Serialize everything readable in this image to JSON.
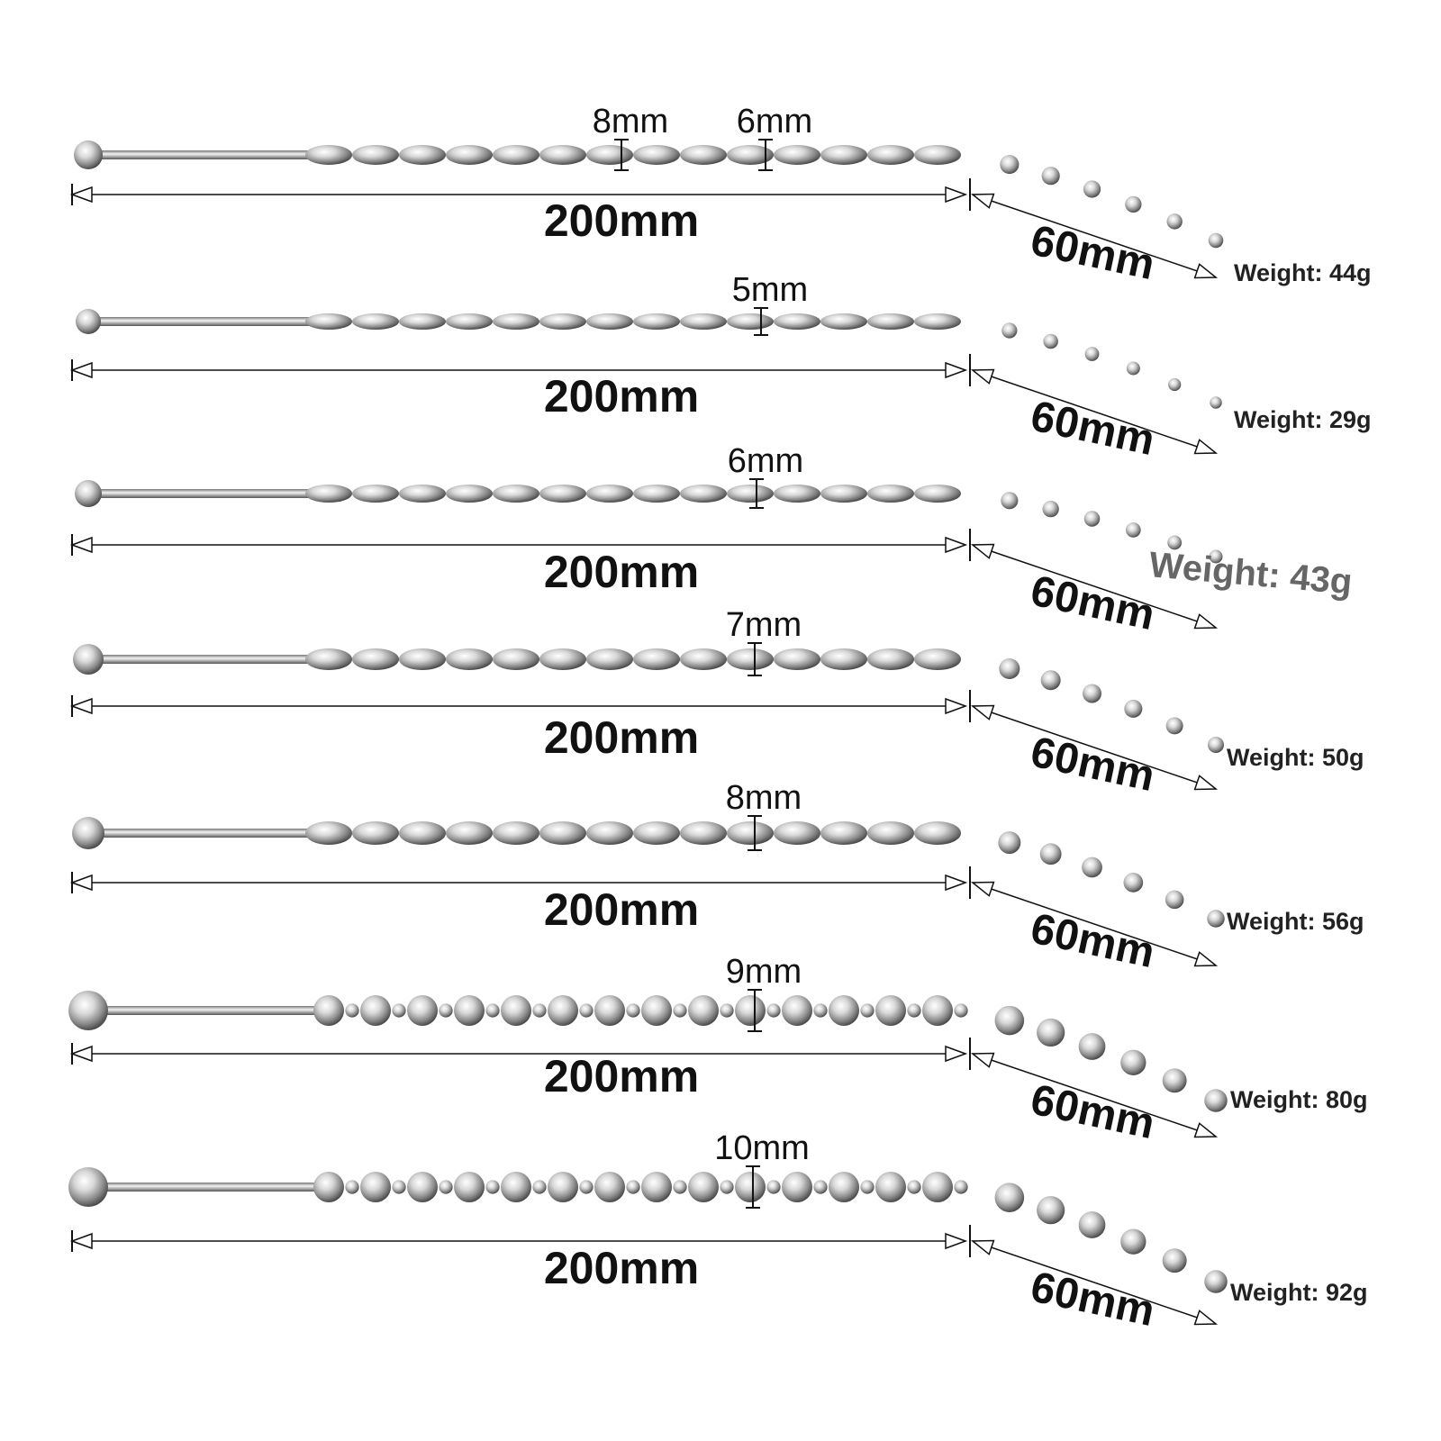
{
  "rows": [
    {
      "diameters": [
        "8mm",
        "6mm"
      ],
      "length_main": "200mm",
      "length_tip": "60mm",
      "weight": "Weight: 44g"
    },
    {
      "diameters": [
        "5mm"
      ],
      "length_main": "200mm",
      "length_tip": "60mm",
      "weight": "Weight: 29g"
    },
    {
      "diameters": [
        "6mm"
      ],
      "length_main": "200mm",
      "length_tip": "60mm",
      "weight": "Weight: 43g"
    },
    {
      "diameters": [
        "7mm"
      ],
      "length_main": "200mm",
      "length_tip": "60mm",
      "weight": "Weight: 50g"
    },
    {
      "diameters": [
        "8mm"
      ],
      "length_main": "200mm",
      "length_tip": "60mm",
      "weight": "Weight: 56g"
    },
    {
      "diameters": [
        "9mm"
      ],
      "length_main": "200mm",
      "length_tip": "60mm",
      "weight": "Weight: 80g"
    },
    {
      "diameters": [
        "10mm"
      ],
      "length_main": "200mm",
      "length_tip": "60mm",
      "weight": "Weight: 92g"
    }
  ]
}
